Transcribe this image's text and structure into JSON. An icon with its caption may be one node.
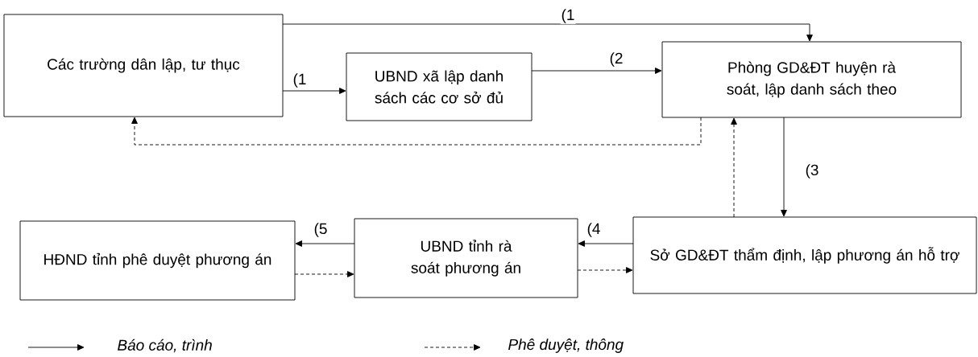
{
  "diagram": {
    "nodes": [
      {
        "text": [
          "Các trường dân lập, tư thục"
        ]
      },
      {
        "text": [
          "UBND xã lập danh sách các cơ sở đủ"
        ]
      },
      {
        "text": [
          "Phòng GD&ĐT huyện rà soát, lập danh sách theo"
        ]
      },
      {
        "text": [
          "Sở GD&ĐT thẩm định, lập phương án hỗ trợ"
        ]
      },
      {
        "text": [
          "UBND tỉnh rà soát phương án"
        ]
      },
      {
        "text": [
          "HĐND tỉnh phê duyệt phương án"
        ]
      }
    ],
    "edges": [
      {
        "from": 0,
        "to": 2,
        "arrow": "to",
        "label": "(1"
      },
      {
        "from": 0,
        "to": 1,
        "arrow": "to",
        "label": "(1"
      },
      {
        "from": 1,
        "to": 2,
        "arrow": "to",
        "label": "(2"
      },
      {
        "from": 2,
        "to": 0,
        "arrow": "to",
        "style": "dashed"
      },
      {
        "from": 2,
        "to": 3,
        "arrow": "to",
        "label": "(3"
      },
      {
        "from": 3,
        "to": 2,
        "arrow": "to",
        "style": "dashed"
      },
      {
        "from": 3,
        "to": 4,
        "arrow": "to",
        "label": "(4"
      },
      {
        "from": 4,
        "to": 5,
        "arrow": "to",
        "label": "(5"
      },
      {
        "from": 5,
        "to": 4,
        "arrow": "to",
        "style": "dashed"
      },
      {
        "from": 4,
        "to": 3,
        "arrow": "to",
        "style": "dashed"
      }
    ],
    "legend": [
      {
        "text": "Báo cáo, trình"
      },
      {
        "text": "Phê duyệt, thông"
      }
    ]
  }
}
